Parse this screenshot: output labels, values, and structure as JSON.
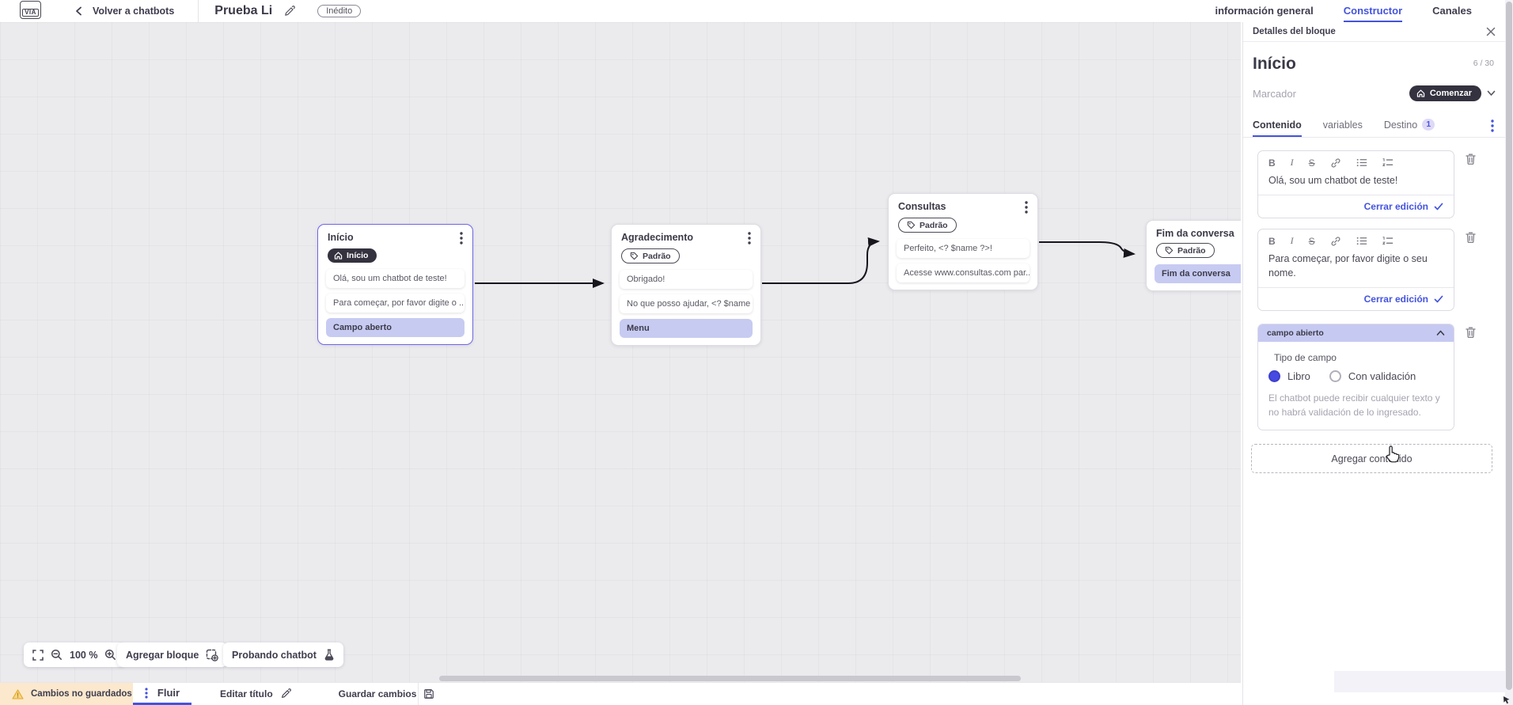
{
  "topbar": {
    "logo": "VIA",
    "back_label": "Volver a chatbots",
    "title": "Prueba Li",
    "status_badge": "Inédito",
    "tabs": [
      {
        "label": "información general",
        "active": false
      },
      {
        "label": "Constructor",
        "active": true
      },
      {
        "label": "Canales",
        "active": false
      }
    ]
  },
  "panel": {
    "header": "Detalles del bloque",
    "block_name": "Início",
    "counter": "6 / 30",
    "marker_label": "Marcador",
    "marker_value": "Comenzar",
    "tabs": {
      "contenido": "Contenido",
      "variables": "variables",
      "destino": "Destino",
      "destino_badge": "1"
    },
    "editors": [
      {
        "text": "Olá, sou um chatbot de teste!",
        "close_label": "Cerrar edición"
      },
      {
        "text": "Para começar, por favor digite o seu nome.",
        "close_label": "Cerrar edición"
      }
    ],
    "field": {
      "header": "campo abierto",
      "type_label": "Tipo de campo",
      "option_free": "Libro",
      "option_validated": "Con validación",
      "help": "El chatbot puede recibir cualquier texto y no habrá validación de lo ingresado."
    },
    "add_content": "Agregar contenido"
  },
  "canvas": {
    "zoom_level": "100 %",
    "add_block": "Agregar bloque",
    "test_chatbot": "Probando chatbot",
    "nodes": [
      {
        "title": "Início",
        "badge": "Início",
        "items": [
          "Olá, sou um chatbot de teste!",
          "Para começar, por favor digite o ...",
          "Campo aberto"
        ]
      },
      {
        "title": "Agradecimento",
        "badge": "Padrão",
        "items": [
          "Obrigado!",
          "No que posso ajudar, <? $name ...",
          "Menu"
        ]
      },
      {
        "title": "Consultas",
        "badge": "Padrão",
        "items": [
          "Perfeito, <? $name ?>!",
          "Acesse www.consultas.com par..."
        ]
      },
      {
        "title": "Fim da conversa",
        "badge": "Padrão",
        "items": [
          "Fim da conversa"
        ]
      }
    ]
  },
  "bottombar": {
    "warning": "Cambios no guardados",
    "flow_tab": "Fluir",
    "edit_title": "Editar título",
    "save": "Guardar cambios"
  },
  "colors": {
    "accent": "#4353df",
    "highlight": "#c7cbf2",
    "dark_pill": "#35323f",
    "warning_bg": "#fbe8cd",
    "warning_icon": "#edb53e"
  }
}
